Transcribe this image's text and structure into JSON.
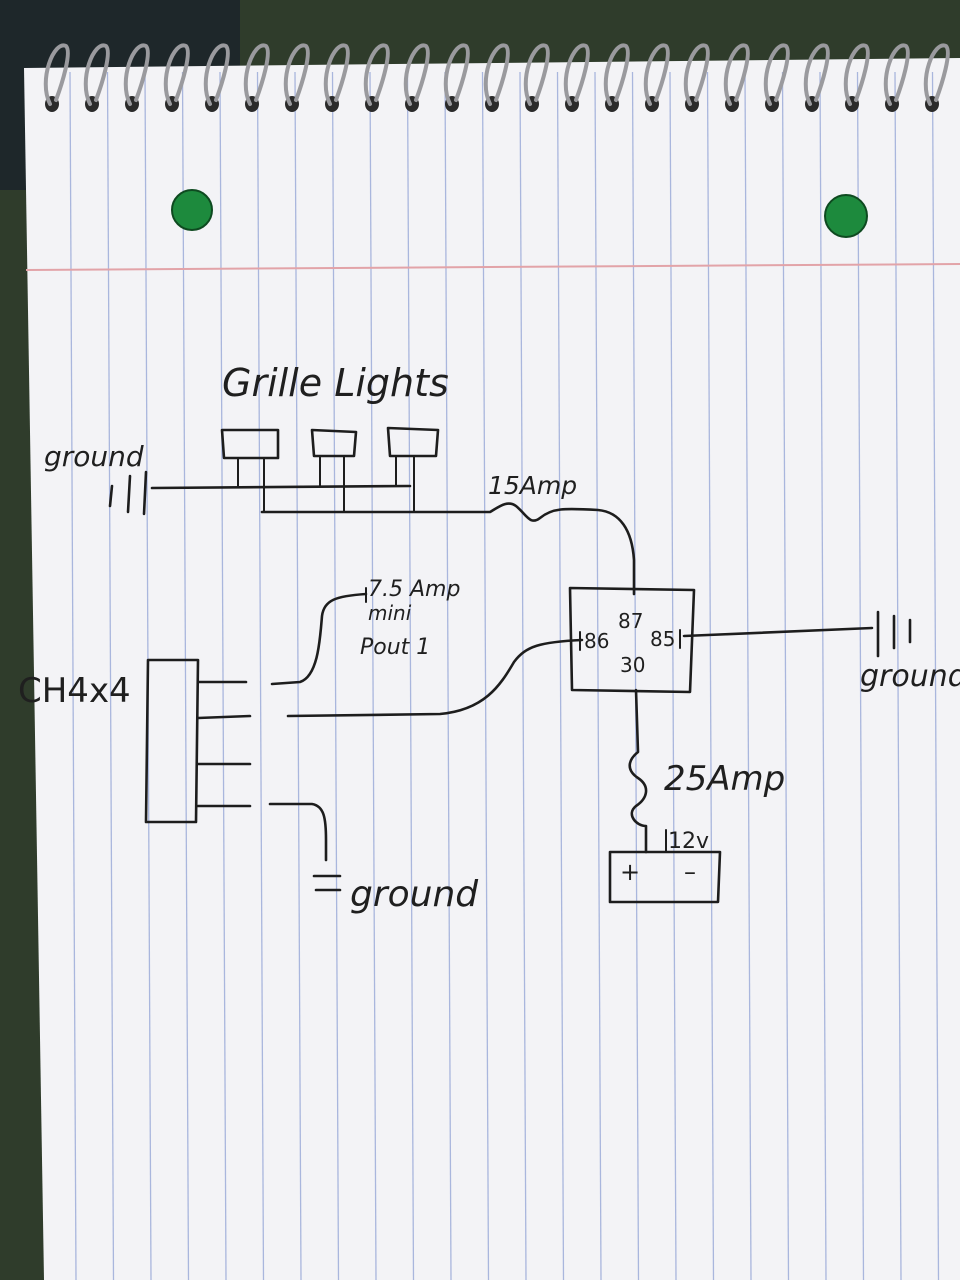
{
  "diagram": {
    "title": "Grille Lights",
    "switch_label": "CH4x4",
    "labels": {
      "ground_top_left": "ground",
      "ground_right": "ground",
      "ground_bottom": "ground",
      "fuse_15": "15Amp",
      "fuse_75_line1": "7.5 Amp",
      "fuse_75_line2": "mini",
      "fuse_75_line3": "Pout 1",
      "fuse_25": "25Amp",
      "battery_voltage": "12v",
      "battery_plus": "+",
      "battery_minus": "–"
    },
    "relay_pins": {
      "pin_86": "86",
      "pin_87": "87",
      "pin_85": "85",
      "pin_30": "30"
    }
  },
  "colors": {
    "paper": "#f3f3f6",
    "rule_line": "#a9b6dd",
    "margin_line": "#e2a3a8",
    "ink": "#1d1d1d",
    "background": "#2e3b2a",
    "hole": "#1d8a3d"
  }
}
